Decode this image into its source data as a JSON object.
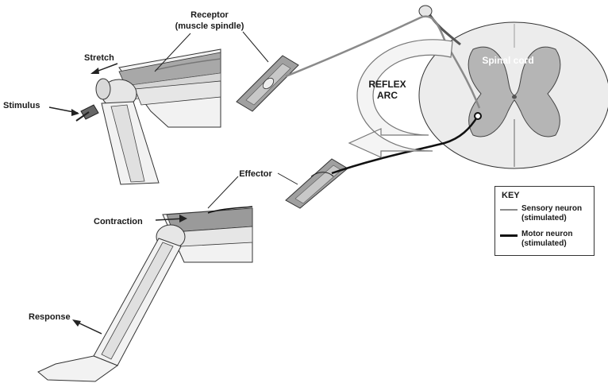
{
  "labels": {
    "receptor": "Receptor",
    "receptor_sub": "(muscle spindle)",
    "stretch": "Stretch",
    "stimulus": "Stimulus",
    "reflex": "REFLEX",
    "arc": "ARC",
    "spinal_cord": "Spinal cord",
    "effector": "Effector",
    "contraction": "Contraction",
    "response": "Response"
  },
  "key": {
    "title": "KEY",
    "items": [
      {
        "line1": "Sensory neuron",
        "line2": "(stimulated)",
        "color": "#8a8a8a"
      },
      {
        "line1": "Motor neuron",
        "line2": "(stimulated)",
        "color": "#111111"
      }
    ]
  },
  "colors": {
    "bone": "#e6e6e6",
    "muscle": "#9a9a9a",
    "gray_matter": "#b5b5b5",
    "white_matter": "#ececec",
    "outline": "#333333"
  }
}
